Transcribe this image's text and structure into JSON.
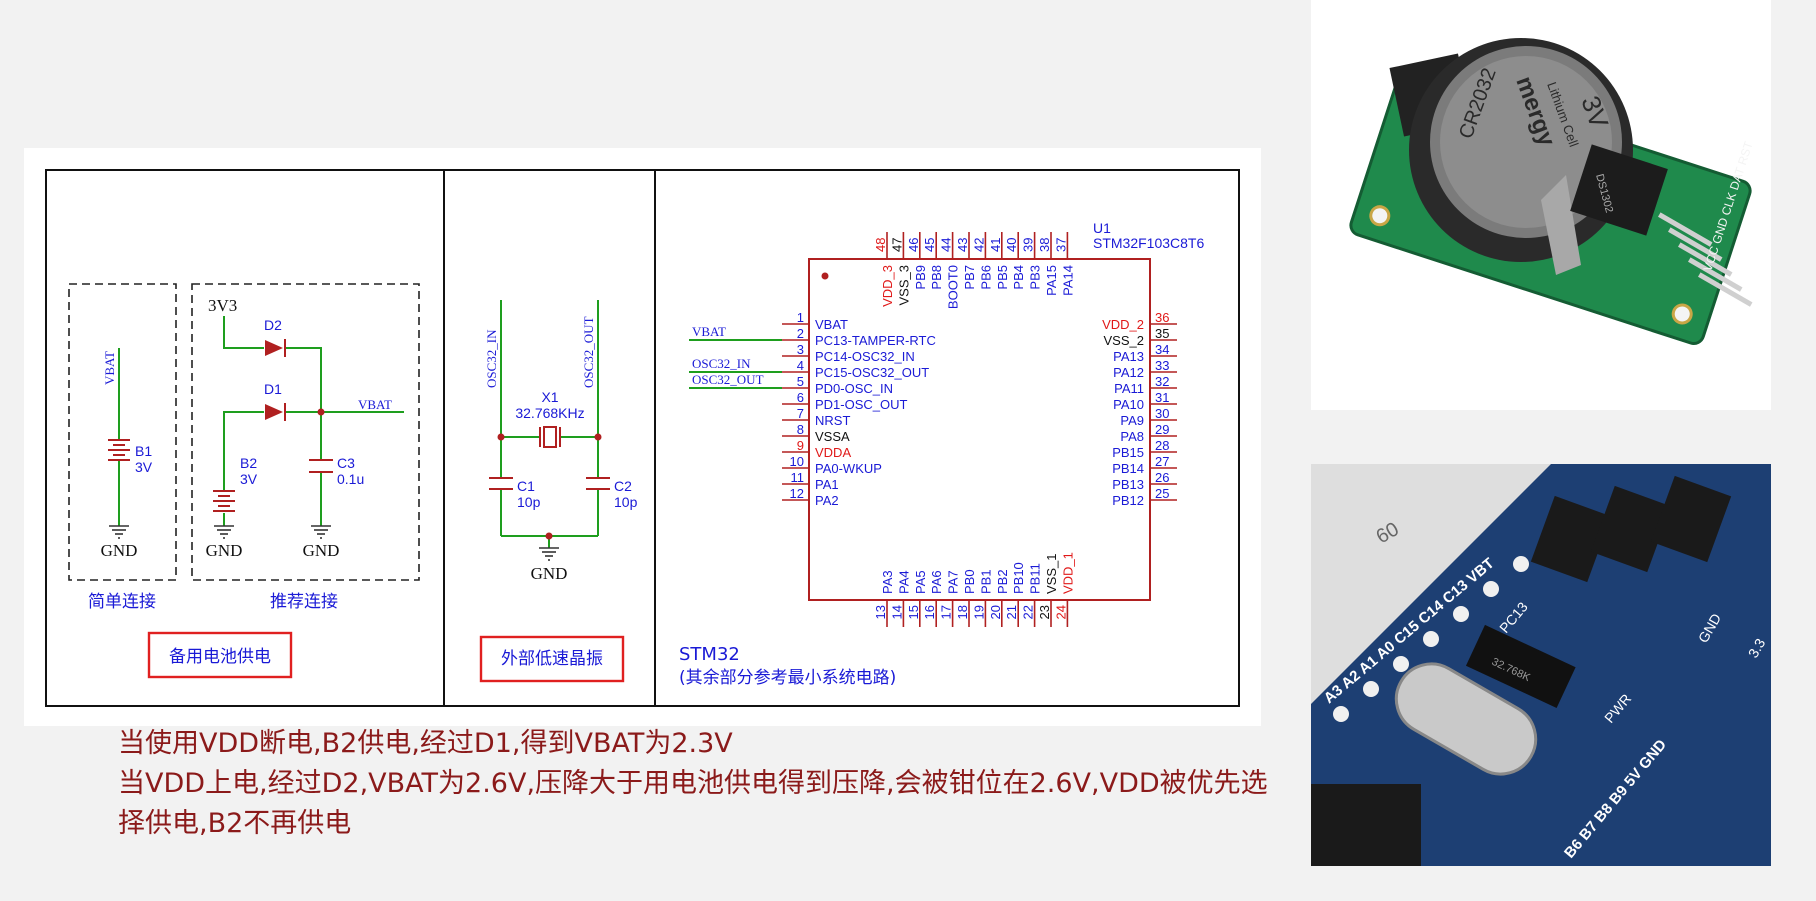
{
  "backup_panel": {
    "simple_caption": "简单连接",
    "recommended_caption": "推荐连接",
    "title": "备用电池供电",
    "v3v3": "3V3",
    "vbat": "VBAT",
    "vbat2": "VBAT",
    "d2": "D2",
    "d1": "D1",
    "b1": "B1",
    "b1_val": "3V",
    "b2": "B2",
    "b2_val": "3V",
    "c3": "C3",
    "c3_val": "0.1u",
    "gnd": "GND"
  },
  "crystal_panel": {
    "title": "外部低速晶振",
    "osc_in": "OSC32_IN",
    "osc_out": "OSC32_OUT",
    "x1": "X1",
    "x1_val": "32.768KHz",
    "c1": "C1",
    "c1_val": "10p",
    "c2": "C2",
    "c2_val": "10p",
    "gnd": "GND"
  },
  "mcu_panel": {
    "ref": "U1",
    "part": "STM32F103C8T6",
    "caption_title": "STM32",
    "caption_note": "(其余部分参考最小系统电路)",
    "net_vbat": "VBAT",
    "net_osc_in": "OSC32_IN",
    "net_osc_out": "OSC32_OUT",
    "left_pins": [
      {
        "num": "1",
        "name": "VBAT",
        "color": "#1a1ad6"
      },
      {
        "num": "2",
        "name": "PC13-TAMPER-RTC",
        "color": "#1a1ad6"
      },
      {
        "num": "3",
        "name": "PC14-OSC32_IN",
        "color": "#1a1ad6"
      },
      {
        "num": "4",
        "name": "PC15-OSC32_OUT",
        "color": "#1a1ad6"
      },
      {
        "num": "5",
        "name": "PD0-OSC_IN",
        "color": "#1a1ad6"
      },
      {
        "num": "6",
        "name": "PD1-OSC_OUT",
        "color": "#1a1ad6"
      },
      {
        "num": "7",
        "name": "NRST",
        "color": "#1a1ad6"
      },
      {
        "num": "8",
        "name": "VSSA",
        "color": "#111111"
      },
      {
        "num": "9",
        "name": "VDDA",
        "color": "#e01818"
      },
      {
        "num": "10",
        "name": "PA0-WKUP",
        "color": "#1a1ad6"
      },
      {
        "num": "11",
        "name": "PA1",
        "color": "#1a1ad6"
      },
      {
        "num": "12",
        "name": "PA2",
        "color": "#1a1ad6"
      }
    ],
    "right_pins": [
      {
        "num": "36",
        "name": "VDD_2",
        "color": "#e01818"
      },
      {
        "num": "35",
        "name": "VSS_2",
        "color": "#111111"
      },
      {
        "num": "34",
        "name": "PA13",
        "color": "#1a1ad6"
      },
      {
        "num": "33",
        "name": "PA12",
        "color": "#1a1ad6"
      },
      {
        "num": "32",
        "name": "PA11",
        "color": "#1a1ad6"
      },
      {
        "num": "31",
        "name": "PA10",
        "color": "#1a1ad6"
      },
      {
        "num": "30",
        "name": "PA9",
        "color": "#1a1ad6"
      },
      {
        "num": "29",
        "name": "PA8",
        "color": "#1a1ad6"
      },
      {
        "num": "28",
        "name": "PB15",
        "color": "#1a1ad6"
      },
      {
        "num": "27",
        "name": "PB14",
        "color": "#1a1ad6"
      },
      {
        "num": "26",
        "name": "PB13",
        "color": "#1a1ad6"
      },
      {
        "num": "25",
        "name": "PB12",
        "color": "#1a1ad6"
      }
    ],
    "top_pins": [
      {
        "num": "48",
        "name": "VDD_3",
        "color": "#e01818"
      },
      {
        "num": "47",
        "name": "VSS_3",
        "color": "#111111"
      },
      {
        "num": "46",
        "name": "PB9",
        "color": "#1a1ad6"
      },
      {
        "num": "45",
        "name": "PB8",
        "color": "#1a1ad6"
      },
      {
        "num": "44",
        "name": "BOOT0",
        "color": "#1a1ad6"
      },
      {
        "num": "43",
        "name": "PB7",
        "color": "#1a1ad6"
      },
      {
        "num": "42",
        "name": "PB6",
        "color": "#1a1ad6"
      },
      {
        "num": "41",
        "name": "PB5",
        "color": "#1a1ad6"
      },
      {
        "num": "40",
        "name": "PB4",
        "color": "#1a1ad6"
      },
      {
        "num": "39",
        "name": "PB3",
        "color": "#1a1ad6"
      },
      {
        "num": "38",
        "name": "PA15",
        "color": "#1a1ad6"
      },
      {
        "num": "37",
        "name": "PA14",
        "color": "#1a1ad6"
      }
    ],
    "bottom_pins": [
      {
        "num": "13",
        "name": "PA3",
        "color": "#1a1ad6"
      },
      {
        "num": "14",
        "name": "PA4",
        "color": "#1a1ad6"
      },
      {
        "num": "15",
        "name": "PA5",
        "color": "#1a1ad6"
      },
      {
        "num": "16",
        "name": "PA6",
        "color": "#1a1ad6"
      },
      {
        "num": "17",
        "name": "PA7",
        "color": "#1a1ad6"
      },
      {
        "num": "18",
        "name": "PB0",
        "color": "#1a1ad6"
      },
      {
        "num": "19",
        "name": "PB1",
        "color": "#1a1ad6"
      },
      {
        "num": "20",
        "name": "PB2",
        "color": "#1a1ad6"
      },
      {
        "num": "21",
        "name": "PB10",
        "color": "#1a1ad6"
      },
      {
        "num": "22",
        "name": "PB11",
        "color": "#1a1ad6"
      },
      {
        "num": "23",
        "name": "VSS_1",
        "color": "#111111"
      },
      {
        "num": "24",
        "name": "VDD_1",
        "color": "#e01818"
      }
    ]
  },
  "notes": {
    "line1": "当使用VDD断电,B2供电,经过D1,得到VBAT为2.3V",
    "line2": "当VDD上电,经过D2,VBAT为2.6V,压降大于用电池供电得到压降,会被钳位在2.6V,VDD被优先选择供电,B2不再供电"
  },
  "photo1": {
    "battery_text_1": "CR2032",
    "battery_text_2": "3V",
    "battery_brand": "mergy",
    "battery_sub": "Lithium Cell",
    "chip_text": "DS1302",
    "pins_text": "VCC GND CLK DAT RST"
  },
  "photo2": {
    "silk_left": "A3 A2 A1 A0 C15 C14 C13 VBT",
    "silk_pc13": "PC13",
    "silk_pwr": "PWR",
    "silk_bottom": "B6 B7 B8 B9 5V GND",
    "silk_gnd": "GND",
    "crystal_text": "32.768K",
    "breadboard_num": "60",
    "silk_right": "3.3"
  },
  "colors": {
    "wire": "#1e9e1e",
    "net_label": "#1a1ad6",
    "component": "#b02020",
    "frame": "#111111",
    "highlight_box": "#e02020",
    "note_text": "#8b1a1a",
    "pcb_green": "#1f8a4c",
    "pcb_blue": "#1d3f73"
  }
}
